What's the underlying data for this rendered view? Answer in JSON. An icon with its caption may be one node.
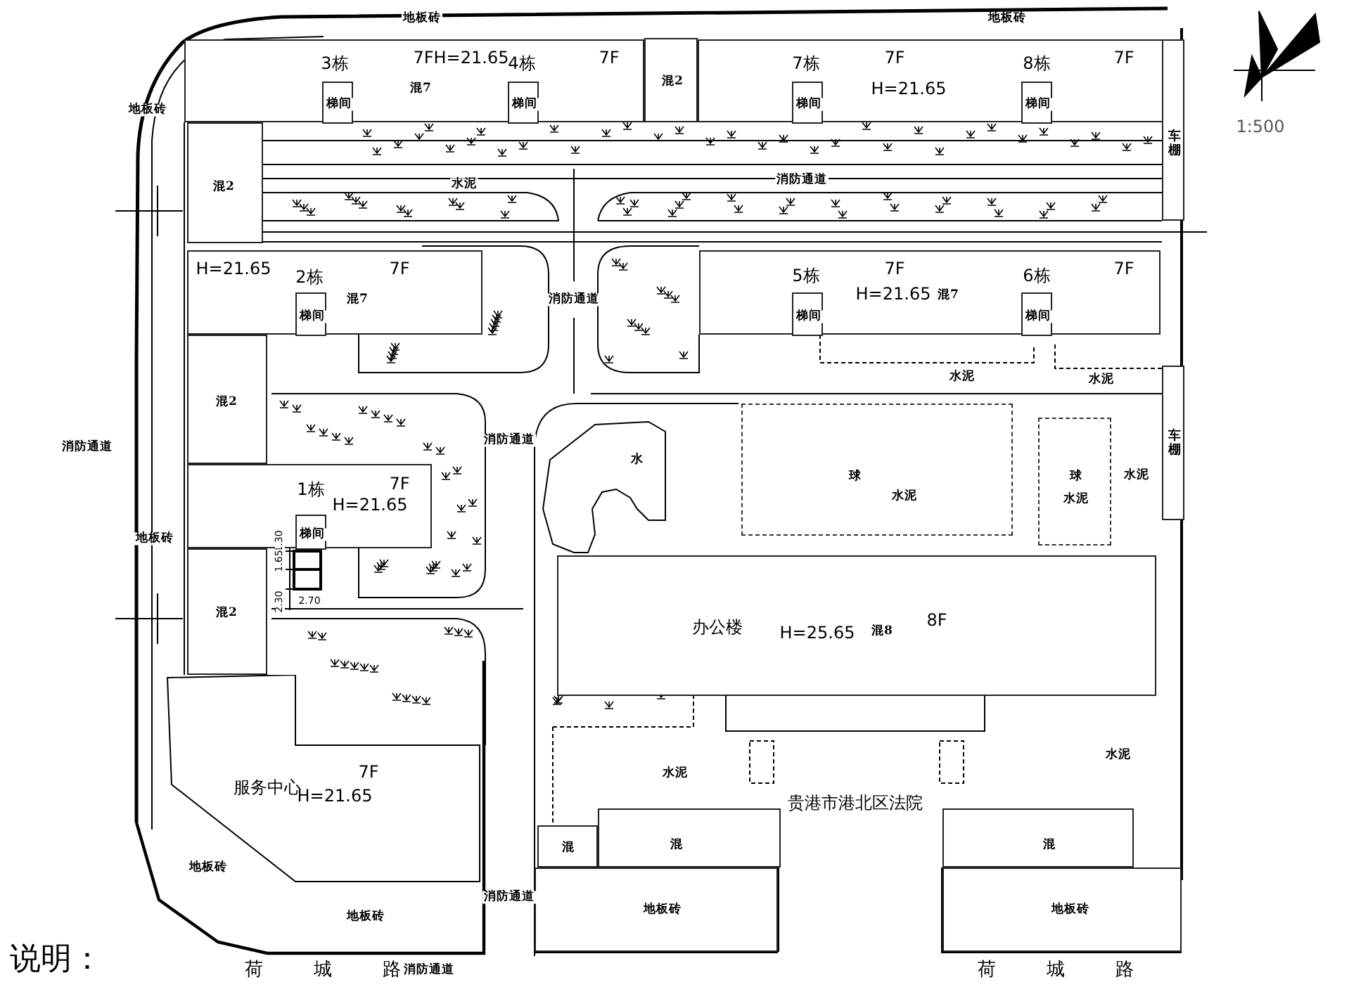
{
  "diagram": {
    "nodes": [
      {
        "text": [
          "3栋",
          "7F",
          "H=21.65",
          "混7",
          "4栋",
          "7F"
        ]
      },
      {
        "text": [
          "梯间"
        ],
        "in": 0
      },
      {
        "text": [
          "梯间"
        ],
        "in": 0
      },
      {
        "text": [
          "混2"
        ]
      },
      {
        "text": [
          "7栋",
          "7F",
          "H=21.65",
          "8栋",
          "7F"
        ]
      },
      {
        "text": [
          "梯间"
        ],
        "in": 4
      },
      {
        "text": [
          "梯间"
        ],
        "in": 4
      },
      {
        "text": [
          "车棚"
        ]
      },
      {
        "text": [
          "混2"
        ]
      },
      {
        "text": [
          "H=21.65",
          "2栋",
          "7F",
          "混7"
        ]
      },
      {
        "text": [
          "梯间"
        ],
        "in": 9
      },
      {
        "text": [
          "5栋",
          "7F",
          "H=21.65",
          "混7",
          "6栋",
          "7F"
        ]
      },
      {
        "text": [
          "梯间"
        ],
        "in": 11
      },
      {
        "text": [
          "梯间"
        ],
        "in": 11
      },
      {
        "text": [
          "混2"
        ]
      },
      {
        "text": [
          "水"
        ]
      },
      {
        "text": [
          "球",
          "水泥"
        ]
      },
      {
        "text": [
          "球",
          "水泥"
        ]
      },
      {
        "text": [
          "车棚"
        ]
      },
      {
        "text": [
          "1栋",
          "7F",
          "H=21.65"
        ]
      },
      {
        "text": [
          "梯间"
        ],
        "in": 19
      },
      {
        "text": [
          "混2"
        ]
      },
      {
        "text": [
          "办公楼",
          "H=25.65",
          "混8",
          "8F"
        ]
      },
      {
        "text": [
          "服务中心",
          "7F",
          "H=21.65"
        ]
      },
      {
        "text": [
          "混"
        ]
      },
      {
        "text": [
          "混"
        ]
      },
      {
        "text": [
          "混"
        ]
      },
      {
        "text": [
          "地板砖"
        ]
      },
      {
        "text": [
          "地板砖"
        ]
      }
    ],
    "labels": [
      "地板砖",
      "地板砖",
      "1:500",
      "地板砖",
      "水泥",
      "消防通道",
      "消防通道",
      "水泥",
      "水泥",
      "消防通道",
      "消防通道",
      "水泥",
      "地板砖",
      "1.30",
      "1.65",
      "2.30",
      "2.70",
      "水泥",
      "水泥",
      "贵港市港北区法院",
      "地板砖",
      "消防通道",
      "地板砖",
      "说明：",
      "荷城路",
      "消防通道",
      "荷城路"
    ]
  }
}
